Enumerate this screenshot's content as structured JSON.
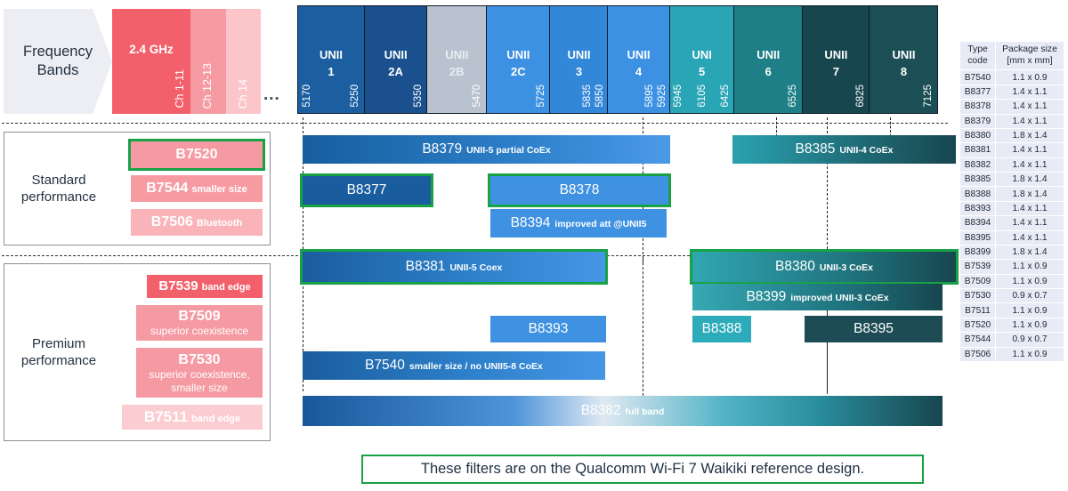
{
  "header": {
    "frequency_bands_label": "Frequency Bands",
    "ellipsis": "...",
    "ghz24": {
      "title": "2.4 GHz",
      "channels": [
        "Ch 1-11",
        "Ch 12-13",
        "Ch 14"
      ]
    },
    "unii_bands": [
      {
        "name": "UNII",
        "number": "1",
        "ticks": [
          "5170",
          "5250"
        ],
        "color": "#1c5fa0"
      },
      {
        "name": "UNII",
        "number": "2A",
        "ticks": [
          "5350"
        ],
        "color": "#19508d"
      },
      {
        "name": "UNII",
        "number": "2B",
        "ticks": [
          "5470"
        ],
        "color": "#b9c2cf"
      },
      {
        "name": "UNII",
        "number": "2C",
        "ticks": [
          "5725"
        ],
        "color": "#3d91e2"
      },
      {
        "name": "UNII",
        "number": "3",
        "ticks": [
          "5835",
          "5850"
        ],
        "color": "#3287d8"
      },
      {
        "name": "UNII",
        "number": "4",
        "ticks": [
          "5895",
          "5925"
        ],
        "color": "#3d91e2"
      },
      {
        "name": "UNI",
        "number": "5",
        "ticks": [
          "5945",
          "6105",
          "6425"
        ],
        "color": "#2aa5b5"
      },
      {
        "name": "UNII",
        "number": "6",
        "ticks": [
          "6525"
        ],
        "color": "#1f7f86"
      },
      {
        "name": "UNII",
        "number": "7",
        "ticks": [
          "6825"
        ],
        "color": "#17464f"
      },
      {
        "name": "UNII",
        "number": "8",
        "ticks": [
          "7125"
        ],
        "color": "#1b4f55"
      }
    ]
  },
  "performance_groups": [
    {
      "label": "Standard performance",
      "items": [
        {
          "code": "B7520",
          "note": "",
          "color": "#f59aa2",
          "highlighted": true
        },
        {
          "code": "B7544",
          "note": "smaller size",
          "color": "#f79ba3",
          "highlighted": false
        },
        {
          "code": "B7506",
          "note": "Bluetooth",
          "color": "#f9b3b9",
          "highlighted": false
        }
      ]
    },
    {
      "label": "Premium performance",
      "items": [
        {
          "code": "B7539",
          "note": "band edge",
          "color": "#f2606b",
          "highlighted": false
        },
        {
          "code": "B7509",
          "note": "superior coexistence",
          "color": "#f59aa2",
          "highlighted": false
        },
        {
          "code": "B7530",
          "note": "superior coexistence, smaller size",
          "color": "#f59aa2",
          "highlighted": false
        },
        {
          "code": "B7511",
          "note": "band edge",
          "color": "#fbcdd1",
          "highlighted": false
        }
      ]
    }
  ],
  "filters": [
    {
      "code": "B8379",
      "note": "UNII-5 partial CoEx",
      "highlighted": false
    },
    {
      "code": "B8385",
      "note": "UNII-4 CoEx",
      "highlighted": false
    },
    {
      "code": "B8377",
      "note": "",
      "highlighted": true
    },
    {
      "code": "B8378",
      "note": "",
      "highlighted": true
    },
    {
      "code": "B8394",
      "note": "improved att @UNII5",
      "highlighted": false
    },
    {
      "code": "B8381",
      "note": "UNII-5 Coex",
      "highlighted": true
    },
    {
      "code": "B8380",
      "note": "UNII-3 CoEx",
      "highlighted": true
    },
    {
      "code": "B8399",
      "note": "improved UNII-3 CoEx",
      "highlighted": false
    },
    {
      "code": "B8388",
      "note": "",
      "highlighted": false
    },
    {
      "code": "B8395",
      "note": "",
      "highlighted": false
    },
    {
      "code": "B8393",
      "note": "",
      "highlighted": false
    },
    {
      "code": "B7540",
      "note": "smaller size / no UNII5-8 CoEx",
      "highlighted": false
    },
    {
      "code": "B8382",
      "note": "full band",
      "highlighted": false
    }
  ],
  "package_table": {
    "headers": [
      "Type code",
      "Package size [mm x mm]"
    ],
    "header_lines": [
      [
        "Type",
        "code"
      ],
      [
        "Package size",
        "[mm x mm]"
      ]
    ],
    "rows": [
      {
        "code": "B7540",
        "size": "1.1 x 0.9"
      },
      {
        "code": "B8377",
        "size": "1.4 x 1.1"
      },
      {
        "code": "B8378",
        "size": "1.4 x 1.1"
      },
      {
        "code": "B8379",
        "size": "1.4 x 1.1"
      },
      {
        "code": "B8380",
        "size": "1.8 x 1.4"
      },
      {
        "code": "B8381",
        "size": "1.4 x 1.1"
      },
      {
        "code": "B8382",
        "size": "1.4 x 1.1"
      },
      {
        "code": "B8385",
        "size": "1.8 x 1.4"
      },
      {
        "code": "B8388",
        "size": "1.8 x 1.4"
      },
      {
        "code": "B8393",
        "size": "1.4 x 1.1"
      },
      {
        "code": "B8394",
        "size": "1.4 x 1.1"
      },
      {
        "code": "B8395",
        "size": "1.4 x 1.1"
      },
      {
        "code": "B8399",
        "size": "1.8 x 1.4"
      },
      {
        "code": "B7539",
        "size": "1.1 x 0.9"
      },
      {
        "code": "B7509",
        "size": "1.1 x 0.9"
      },
      {
        "code": "B7530",
        "size": "0.9 x 0.7"
      },
      {
        "code": "B7511",
        "size": "1.1 x 0.9"
      },
      {
        "code": "B7520",
        "size": "1.1 x 0.9"
      },
      {
        "code": "B7544",
        "size": "0.9 x 0.7"
      },
      {
        "code": "B7506",
        "size": "1.1 x 0.9"
      }
    ]
  },
  "caption": "These filters are on the Qualcomm Wi-Fi 7 Waikiki reference design.",
  "colors": {
    "highlight": "#18a245",
    "pink_strong": "#f2606b",
    "blue_dark": "#1c5fa0",
    "teal_dark": "#17464f"
  }
}
